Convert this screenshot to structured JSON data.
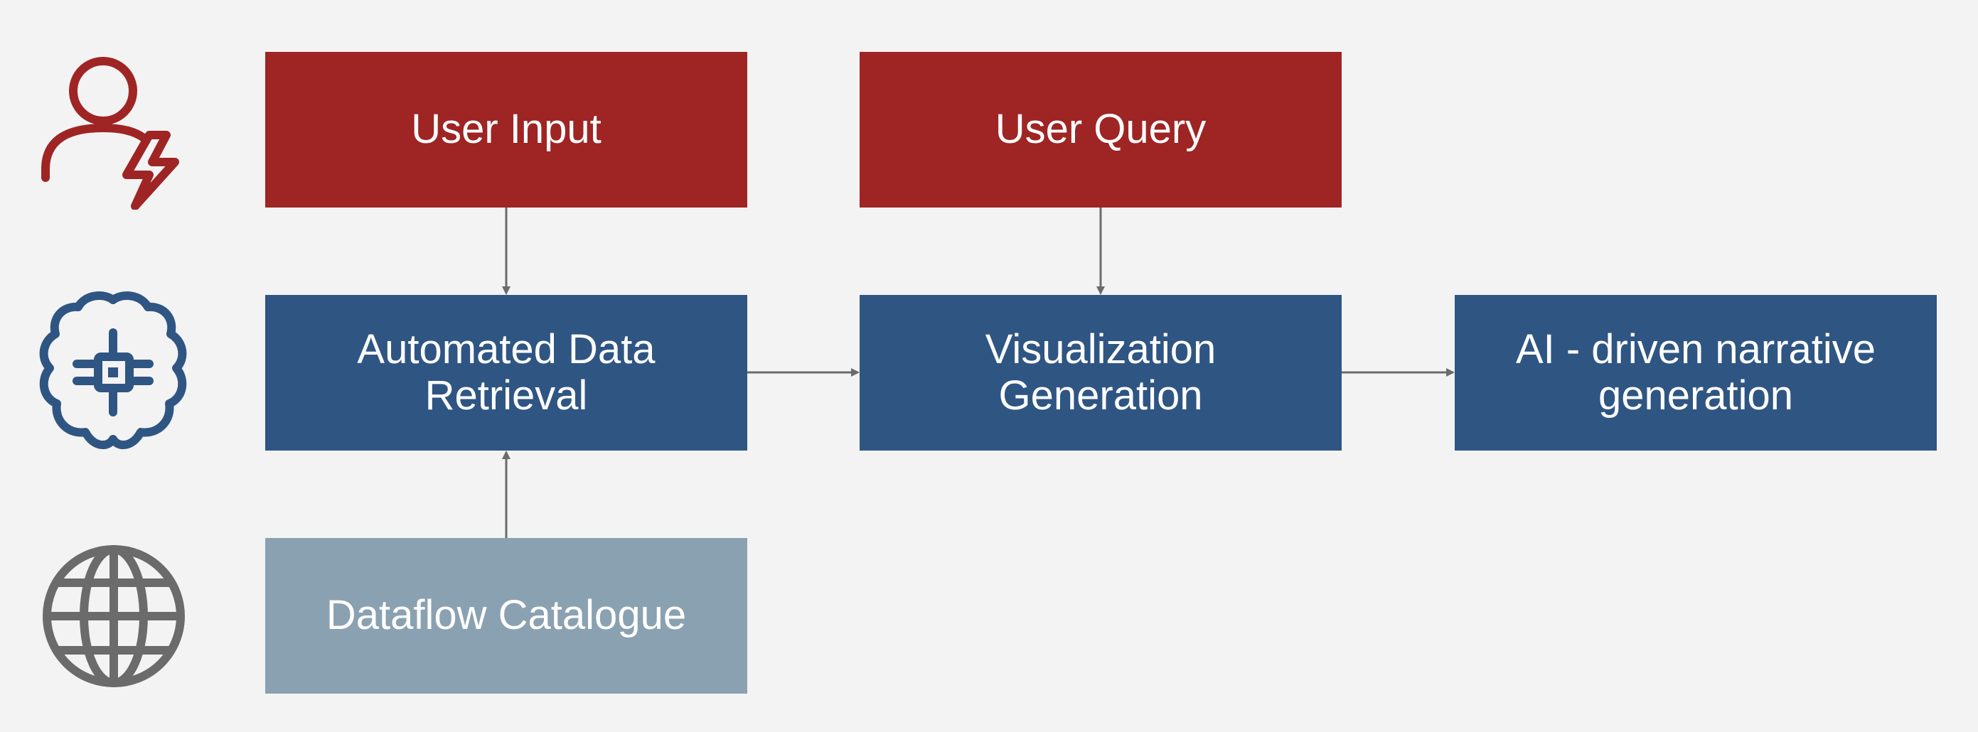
{
  "nodes": {
    "user_input": "User Input",
    "user_query": "User Query",
    "data_retrieval": [
      "Automated Data",
      "Retrieval"
    ],
    "visualization": [
      "Visualization",
      "Generation"
    ],
    "narrative": [
      "AI - driven narrative",
      "generation"
    ],
    "catalogue": "Dataflow Catalogue"
  },
  "icons": {
    "row1": "user-lightning-icon",
    "row2": "brain-chip-icon",
    "row3": "globe-icon"
  },
  "colors": {
    "input_red": "#9e2524",
    "process_blue": "#2f5583",
    "source_slate": "#8aa1b1",
    "arrow_gray": "#6b6b6b"
  }
}
